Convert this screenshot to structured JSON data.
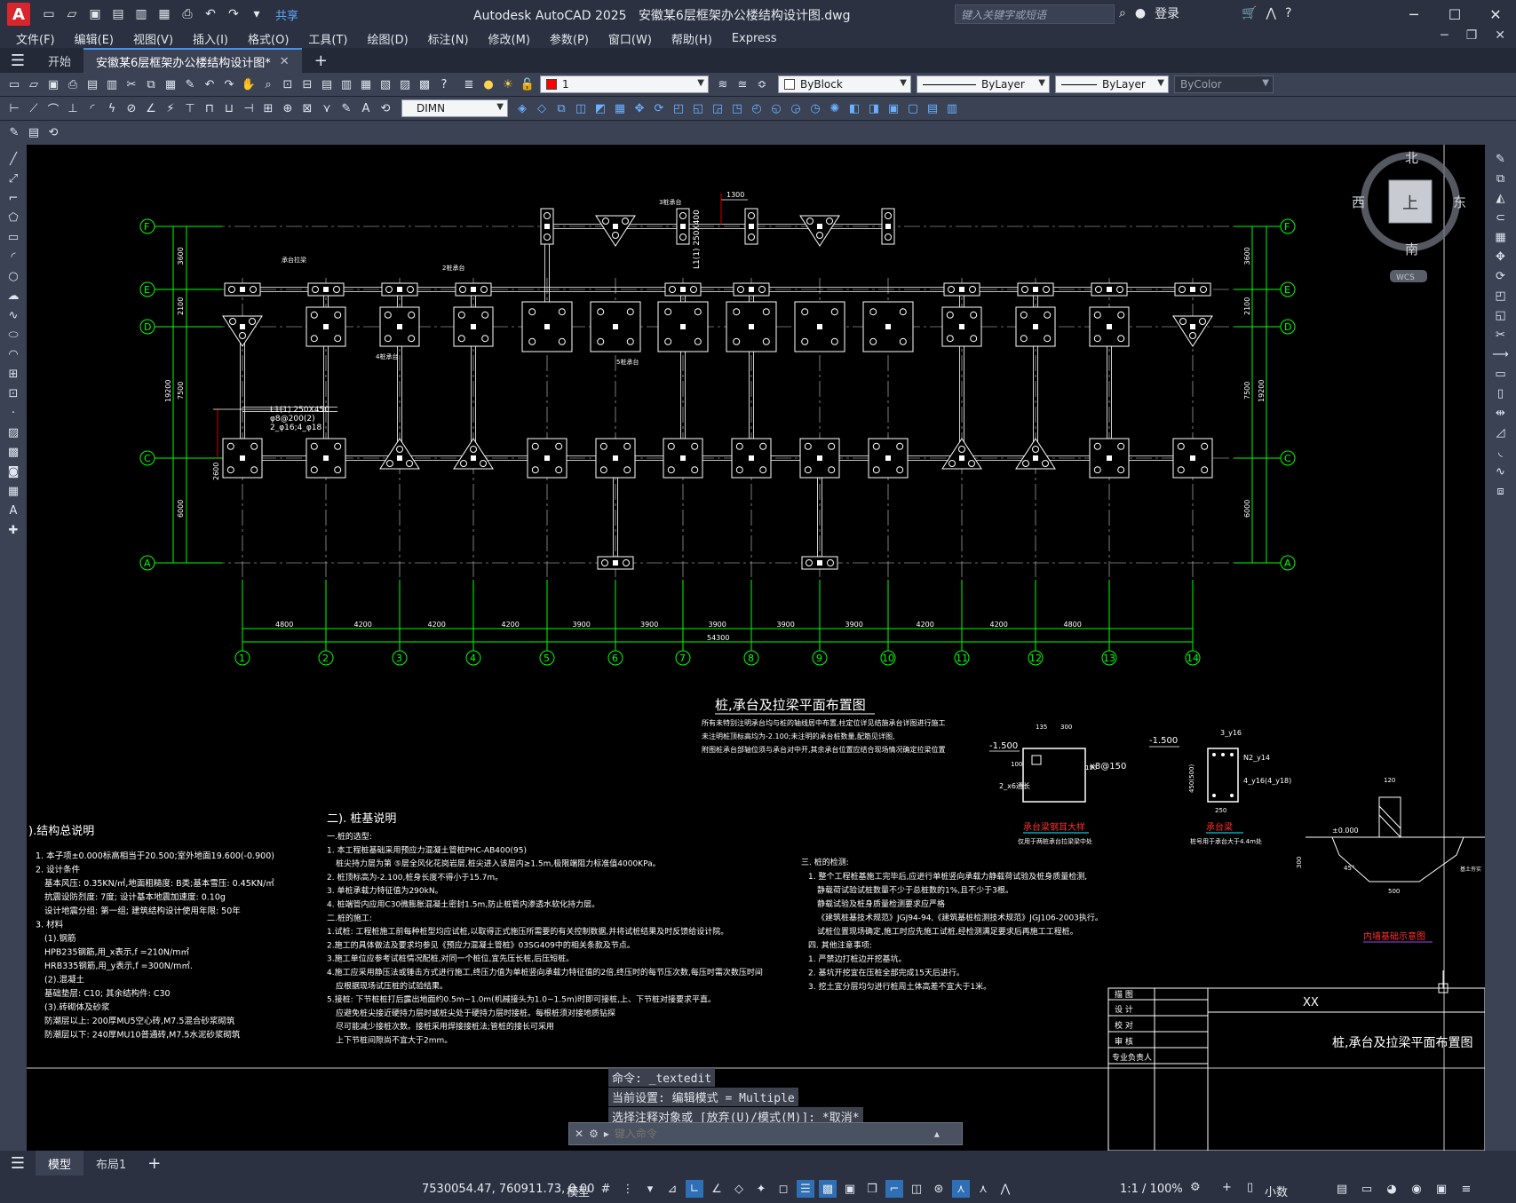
{
  "window": {
    "app_name": "Autodesk AutoCAD 2025",
    "file_name": "安徽某6层框架办公楼结构设计图.dwg",
    "search_placeholder": "键入关键字或短语",
    "login": "登录",
    "share": "共享"
  },
  "menu": [
    "文件(F)",
    "编辑(E)",
    "视图(V)",
    "插入(I)",
    "格式(O)",
    "工具(T)",
    "绘图(D)",
    "标注(N)",
    "修改(M)",
    "参数(P)",
    "窗口(W)",
    "帮助(H)",
    "Express"
  ],
  "tabs": {
    "start": "开始",
    "active": "安徽某6层框架办公楼结构设计图*"
  },
  "properties": {
    "layer": "1",
    "color": "ByBlock",
    "linetype": "ByLayer",
    "lineweight": "ByLayer",
    "plotstyle": "ByColor",
    "dimstyle": "DIMN",
    "layer_color": "#ff0000"
  },
  "viewcube": {
    "north": "北",
    "south": "南",
    "east": "东",
    "west": "西",
    "face": "上",
    "wcs": "WCS"
  },
  "drawing": {
    "grid_rows": [
      "F",
      "E",
      "D",
      "C",
      "A"
    ],
    "grid_cols": [
      "1",
      "2",
      "3",
      "4",
      "5",
      "6",
      "7",
      "8",
      "9",
      "10",
      "11",
      "12",
      "13",
      "14"
    ],
    "col_spacings": [
      "4800",
      "4200",
      "4200",
      "4200",
      "3900",
      "3900",
      "3900",
      "3900",
      "3900",
      "4200",
      "4200",
      "4800"
    ],
    "total_width": "54300",
    "row_spacings_left": [
      "3600",
      "2100",
      "7500",
      "6000"
    ],
    "total_height": "19200",
    "right_total": "19200",
    "dim_2600": "2600",
    "dim_1300": "1300",
    "beam_label_l1": "L1(1) 250X450",
    "beam_label_l1b": "φ8@200(2)",
    "beam_label_l1c": "2_φ16;4_φ18",
    "beam_vert_label": "L1(1) 250X400",
    "plan_title": "桩,承台及拉梁平面布置图",
    "plan_notes": [
      "所有未特别注明承台均与桩的轴线居中布置,柱定位详见结施承台详图进行施工",
      "未注明桩顶标高均为-2.100;未注明的承台桩数量,配筋见详图,",
      "附图桩承台部轴位须与承台对中开,其余承台位置应结合现场情况确定拉梁位置"
    ],
    "label_chengtai_lianliang": "承台拉梁",
    "label_2zhuang": "2桩承台",
    "label_4zhuang": "4桩承台",
    "label_5zhuang": "5桩承台",
    "label_3zhuang": "3桩承台",
    "detail1_title": "承台梁钢耳大样",
    "detail1_sub": "仅用于两桩承台拉梁梁中处",
    "detail1_elev": "-1.500",
    "detail1_dims": [
      "135",
      "300",
      "150",
      "100"
    ],
    "detail1_rebar": "x8@150",
    "detail1_rebar2": "2_x6通长",
    "detail2_title": "承台梁",
    "detail2_sub": "桩号用于承台大于4.4m处",
    "detail2_elev": "-1.500",
    "detail2_dims": [
      "450(500)",
      "250"
    ],
    "detail2_rebar1": "3_y16",
    "detail2_rebar2": "N2_y14",
    "detail2_rebar3": "4_y16(4_y18)",
    "detail3_title": "内墙基础示意图",
    "detail3_elev": "±0.000",
    "detail3_dims": [
      "120",
      "300",
      "45°",
      "500"
    ],
    "detail3_note": "基土夯实",
    "notes_general_title": ").结构总说明",
    "notes_general": [
      "1. 本子项±0.000标高相当于20.500;室外地面19.600(-0.900)",
      "2. 设计条件",
      "基本风压: 0.35KN/㎡,地面粗糙度: B类;基本雪压: 0.45KN/㎡",
      "抗震设防烈度: 7度; 设计基本地震加速度: 0.10g",
      "设计地震分组: 第一组; 建筑结构设计使用年限: 50年",
      "3. 材料",
      "(1).钢筋",
      "HPB235钢筋,用_x表示,f =210N/m㎡",
      "HRB335钢筋,用_y表示,f =300N/m㎡.",
      "(2).混凝土",
      "基础垫层: C10; 其余结构件: C30",
      "(3).砖砌体及砂浆",
      "防潮层以上: 200厚MU5空心砖,M7.5混合砂浆砌筑",
      "防潮层以下: 240厚MU10普通砖,M7.5水泥砂浆砌筑"
    ],
    "notes_pile_title": "二). 桩基说明",
    "notes_pile": [
      "一.桩的选型:",
      "1. 本工程桩基础采用预应力混凝土管桩PHC-AB400(95)",
      "桩尖持力层为第 ⑤层全风化花岗岩层,桩尖进入该层内≥1.5m,极限端阻力标准值4000KPa。",
      "2. 桩顶标高为-2.100,桩身长度不得小于15.7m。",
      "3. 单桩承载力特征值为290kN。",
      "4. 桩端管内应用C30微膨胀混凝土密封1.5m,防止桩管内渗透水软化持力层。",
      "二.桩的施工:",
      "1.试桩: 工程桩施工前每种桩型均应试桩,以取得正式施压所需要的有关控制数据,并将试桩结果及时反馈给设计院。",
      "2.施工的具体做法及要求均参见《预应力混凝土管桩》03SG409中的相关条款及节点。",
      "3.施工单位应参考试桩情况配桩,对同一个桩位,宜先压长桩,后压短桩。",
      "4.施工应采用静压法或锤击方式进行施工,终压力值为单桩竖向承载力特征值的2倍,终压时的每节压次数,每压时需次数压时间",
      "应根据现场试压桩的试验结果。",
      "5.接桩: 下节桩桩打后露出地面约0.5m~1.0m(机械接头为1.0~1.5m)时即可接桩,上、下节桩对接要求平直。",
      "应避免桩尖接近硬持力层时或桩尖处于硬持力层时接桩。每根桩须对接地质钻探",
      "尽可能减少接桩次数。接桩采用焊接接桩法;管桩的接长可采用",
      "上下节桩间隙尚不宜大于2mm。"
    ],
    "notes_check_title": "三. 桩的检测:",
    "notes_check": [
      "1. 整个工程桩基施工完毕后,应进行单桩竖向承载力静载荷试验及桩身质量检测,",
      "静载荷试验试桩数量不少于总桩数的1%,且不少于3根。",
      "静载试验及桩身质量检测要求应严格",
      "《建筑桩基技术规范》JGJ94-94,《建筑基桩检测技术规范》JGJ106-2003执行。",
      "试桩位置现场确定,施工时应先施工试桩,经检测满足要求后再施工工程桩。",
      "四. 其他注意事项:",
      "1. 严禁边打桩边开挖基坑。",
      "2. 基坑开挖宜在压桩全部完成15天后进行。",
      "3. 挖土宜分层均匀进行桩周土体高差不宜大于1米。"
    ],
    "titleblock": {
      "rows": [
        "描 图",
        "设 计",
        "校 对",
        "审 核",
        "专业负责人"
      ],
      "xx": "XX",
      "sheet_title": "桩,承台及拉梁平面布置图"
    }
  },
  "command": {
    "history": [
      "命令: _textedit",
      "当前设置: 编辑模式 = Multiple",
      "选择注释对象或 [放弃(U)/模式(M)]: *取消*"
    ],
    "placeholder": "键入命令"
  },
  "layout_tabs": [
    "模型",
    "布局1"
  ],
  "status": {
    "coords": "7530054.47, 760911.73, 0.00",
    "model": "模型",
    "scale": "1:1 / 100%",
    "units": "小数"
  }
}
